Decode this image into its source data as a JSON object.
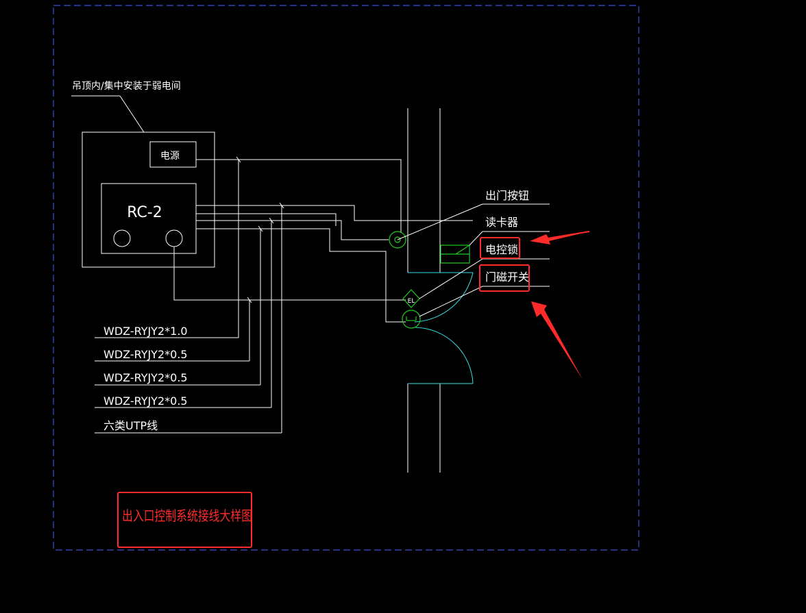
{
  "diagram": {
    "install_note": "吊顶内/集中安装于弱电间",
    "power_label": "电源",
    "controller_label": "RC-2",
    "cables": [
      {
        "label": "WDZ-RYJY2*1.0"
      },
      {
        "label": "WDZ-RYJY2*0.5"
      },
      {
        "label": "WDZ-RYJY2*0.5"
      },
      {
        "label": "WDZ-RYJY2*0.5"
      },
      {
        "label": "六类UTP线"
      }
    ],
    "devices": {
      "exit_button": "出门按钮",
      "card_reader": "读卡器",
      "electric_lock": "电控锁",
      "door_contact": "门磁开关"
    },
    "lock_symbol_label": "EL",
    "drawing_title": "出入口控制系统接线大样图"
  },
  "colors": {
    "background": "#000000",
    "lines": "#ffffff",
    "frame": "#3a4fd8",
    "device_symbol": "#22cc22",
    "door_swing": "#33e0e8",
    "highlight": "#ff2a2a"
  }
}
